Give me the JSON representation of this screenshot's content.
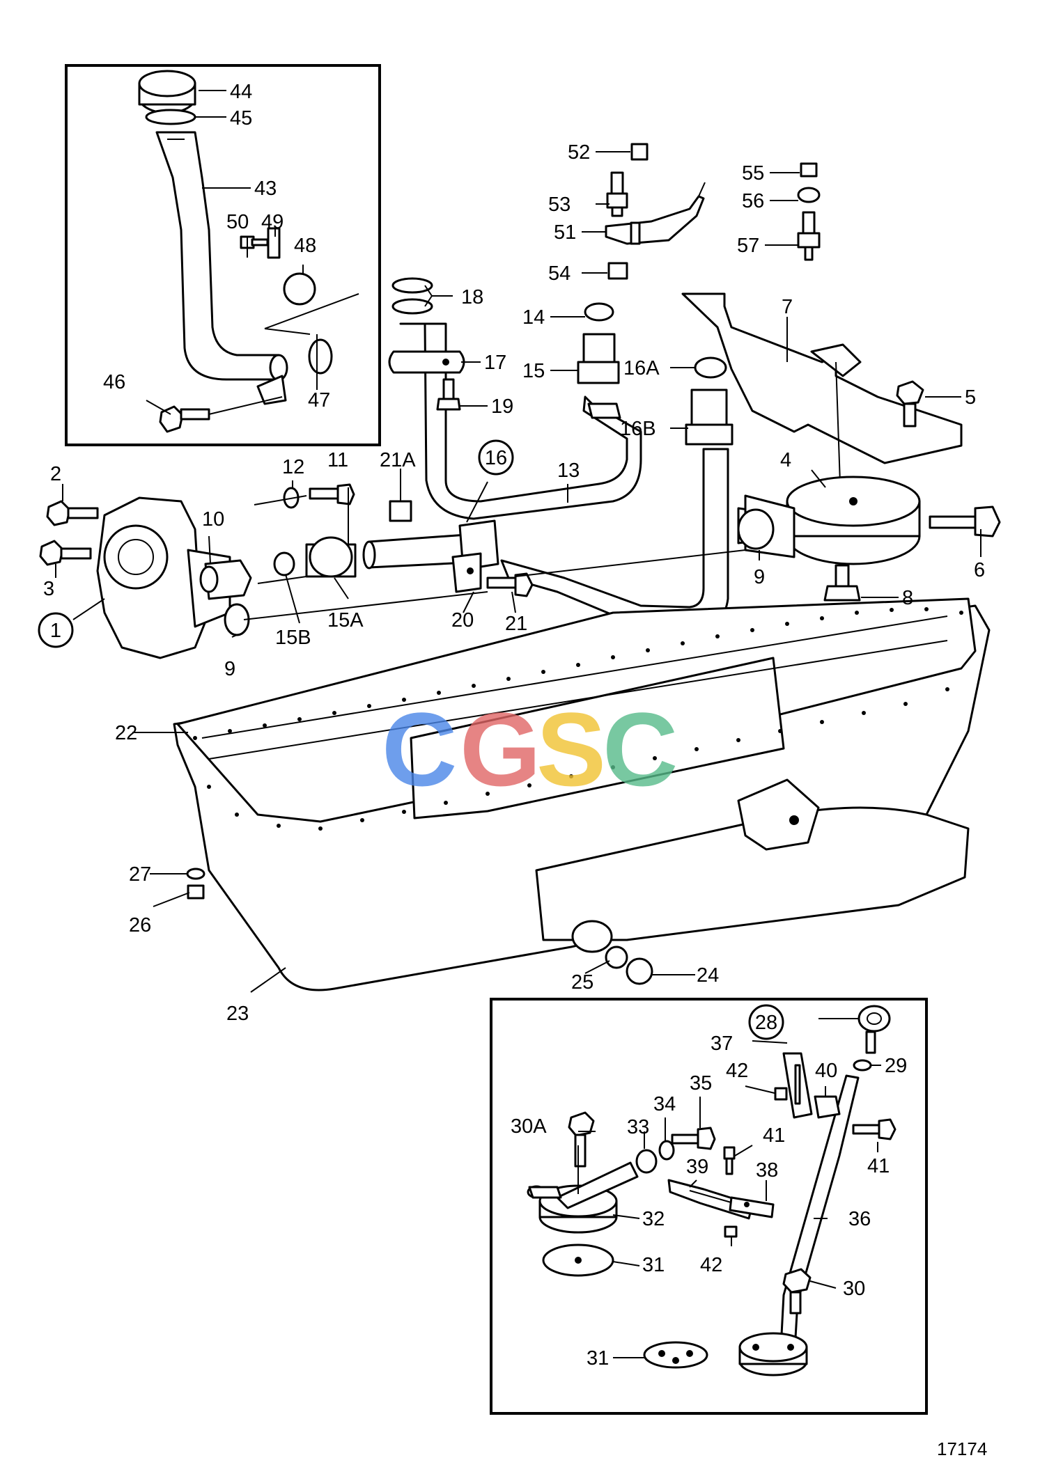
{
  "figure_number": "17174",
  "watermark": {
    "text": "CGSC",
    "letters": [
      "C",
      "G",
      "S",
      "C"
    ],
    "colors": [
      "#4a86e8",
      "#e06666",
      "#f1c232",
      "#57bb8a"
    ]
  },
  "callouts": {
    "c1": "1",
    "c2": "2",
    "c3": "3",
    "c4": "4",
    "c5": "5",
    "c6": "6",
    "c7": "7",
    "c8": "8",
    "c9a": "9",
    "c9b": "9",
    "c10": "10",
    "c11": "11",
    "c12": "12",
    "c13": "13",
    "c14": "14",
    "c15": "15",
    "c15a": "15A",
    "c15b": "15B",
    "c16": "16",
    "c16a": "16A",
    "c16b": "16B",
    "c17": "17",
    "c18": "18",
    "c19": "19",
    "c20": "20",
    "c21": "21",
    "c21a": "21A",
    "c22": "22",
    "c23": "23",
    "c24": "24",
    "c25": "25",
    "c26": "26",
    "c27": "27",
    "c28": "28",
    "c29": "29",
    "c30": "30",
    "c30a": "30A",
    "c31a": "31",
    "c31b": "31",
    "c32": "32",
    "c33": "33",
    "c34": "34",
    "c35": "35",
    "c36": "36",
    "c37": "37",
    "c38": "38",
    "c39": "39",
    "c40": "40",
    "c41a": "41",
    "c41b": "41",
    "c42a": "42",
    "c42b": "42",
    "c43": "43",
    "c44": "44",
    "c45": "45",
    "c46": "46",
    "c47": "47",
    "c48": "48",
    "c49": "49",
    "c50": "50",
    "c51": "51",
    "c52": "52",
    "c53": "53",
    "c54": "54",
    "c55": "55",
    "c56": "56",
    "c57": "57"
  }
}
